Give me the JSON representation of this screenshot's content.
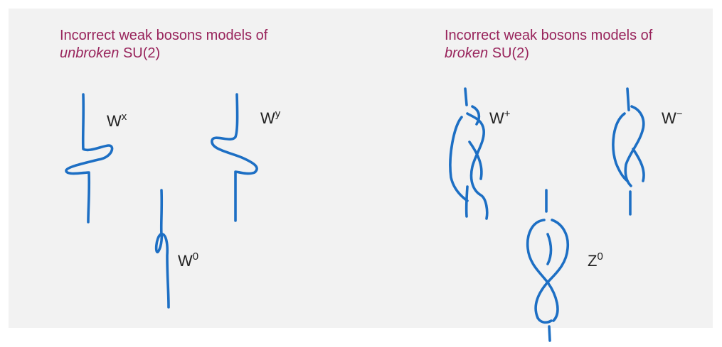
{
  "panels": {
    "left": {
      "title_line1": "Incorrect weak bosons models of",
      "title_italic": "unbroken",
      "title_rest": " SU(2)"
    },
    "right": {
      "title_line1": "Incorrect weak bosons models of",
      "title_italic": "broken",
      "title_rest": " SU(2)"
    }
  },
  "labels": {
    "wx": {
      "base": "W",
      "sup": "x"
    },
    "wy": {
      "base": "W",
      "sup": "y"
    },
    "w0": {
      "base": "W",
      "sup": "0"
    },
    "wplus": {
      "base": "W",
      "sup": "+"
    },
    "wminus": {
      "base": "W",
      "sup": "−"
    },
    "z0": {
      "base": "Z",
      "sup": "0"
    }
  },
  "colors": {
    "background": "#f2f2f2",
    "title": "#98235b",
    "strand": "#1d6fc4",
    "label": "#222222"
  }
}
